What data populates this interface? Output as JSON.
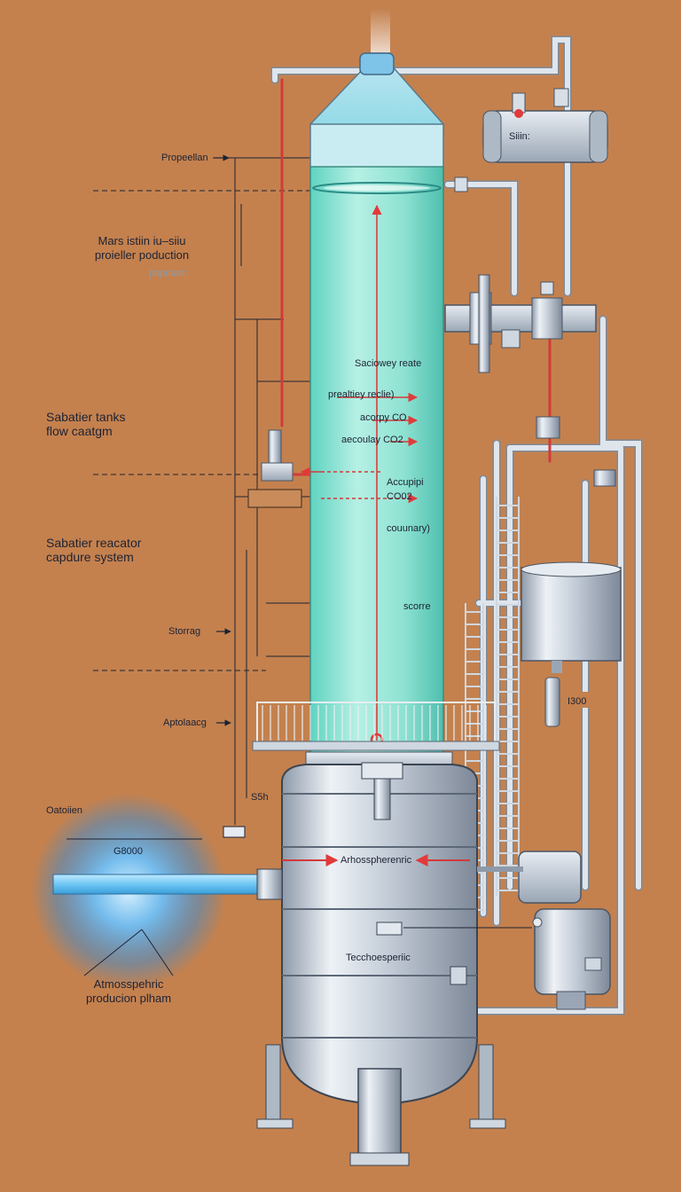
{
  "left_labels": {
    "propellant": "Propeellan",
    "mars_line1": "Mars istiin iu–siiu",
    "mars_line2": "proieller poduction",
    "mars_line3": "popotam",
    "sabatier_tanks_line1": "Sabatier tanks",
    "sabatier_tanks_line2": "flow caatgm",
    "sabatier_reactor_line1": "Sabatier reacator",
    "sabatier_reactor_line2": "capdure system",
    "storage": "Storrag",
    "apto": "Aptolaacg",
    "oatoiien": "Oatoiien",
    "glow_value": "G8000",
    "atmos_line1": "Atmosspehric",
    "atmos_line2": "producion plham"
  },
  "column_labels": {
    "reaction": "Saciowey reate",
    "pressure": "prealtiey reclie)",
    "co": "acorpy CO",
    "co2": "aecoulay CO2",
    "accum": "Accupipi",
    "co2b": "CO02",
    "couunary": "couunary)",
    "score": "scorre"
  },
  "vessel_labels": {
    "atmos": "Arhosspherenric",
    "tech": "Tecchoesperiic",
    "tag": "S5h"
  },
  "equipment_labels": {
    "silin": "Siiin:",
    "i300": "I300"
  },
  "colors": {
    "background": "#c4814e",
    "column_fill": "#7fe0d0",
    "steel": "#b9c4d0",
    "pipe": "#d4dbe3",
    "red_arrow": "#e23a3a",
    "glow": "#4fb6ff"
  }
}
